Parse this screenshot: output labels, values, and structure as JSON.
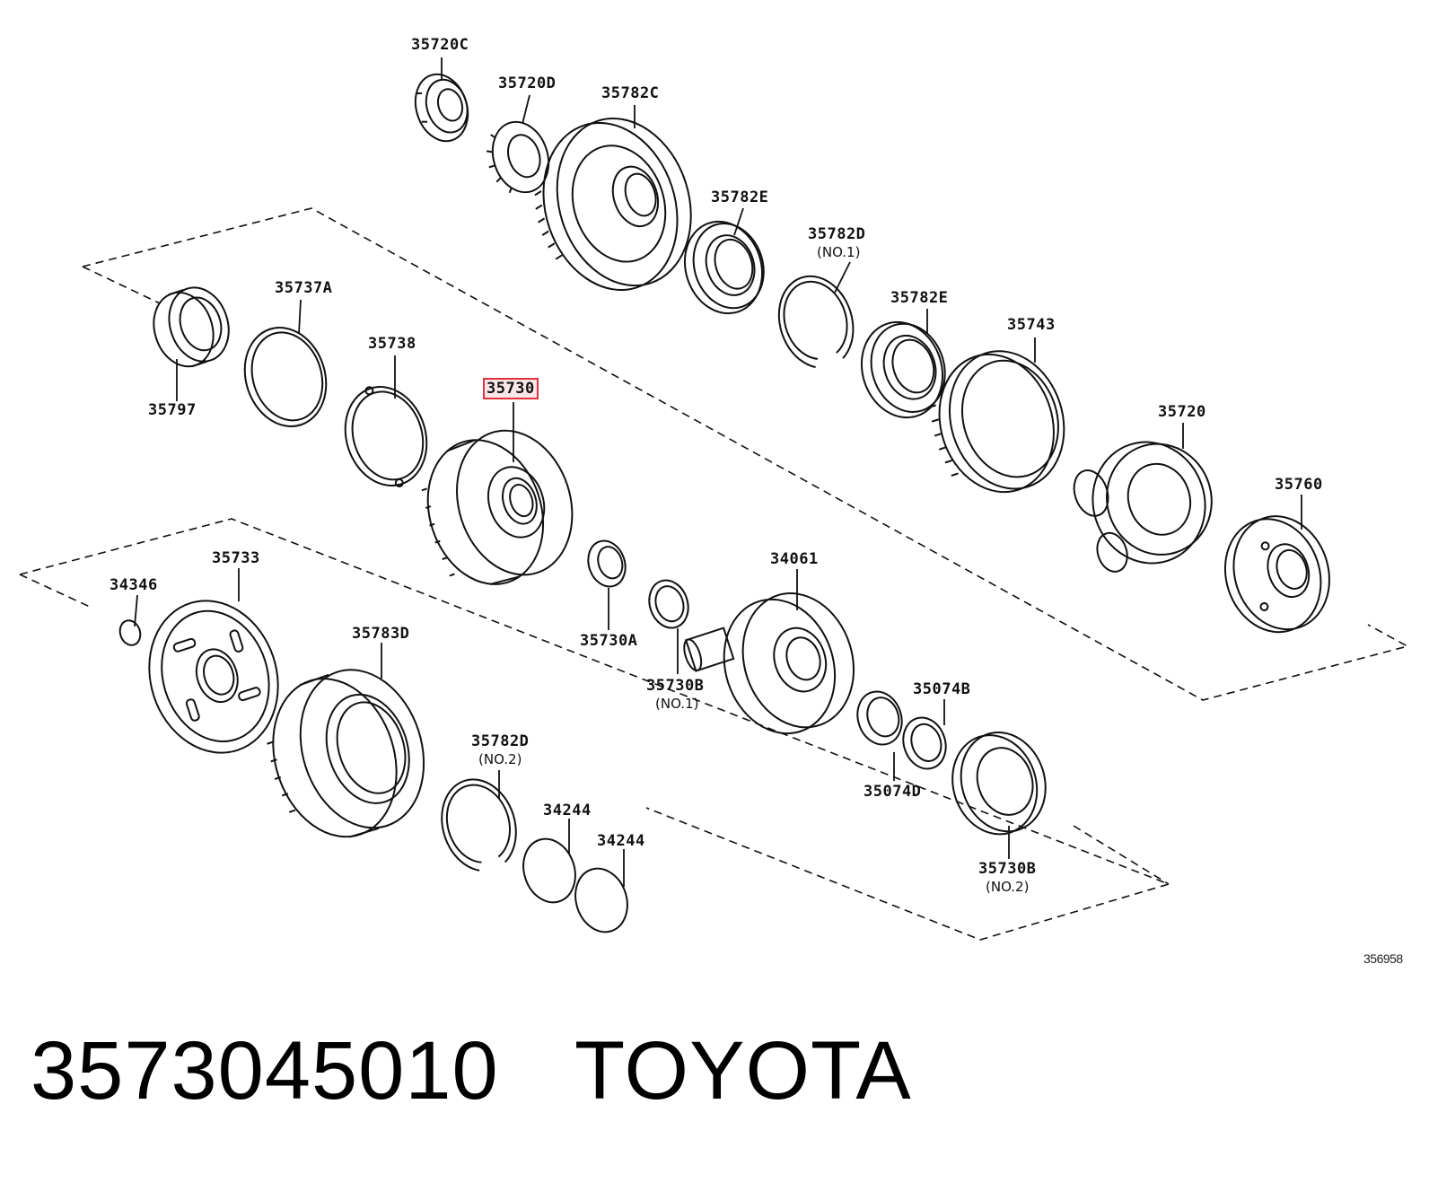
{
  "diagram_code": "356958",
  "footer": {
    "part_number": "3573045010",
    "brand": "TOYOTA"
  },
  "highlight_color": "#e0333f",
  "parts": [
    {
      "id": "p1",
      "label": "35720C"
    },
    {
      "id": "p2",
      "label": "35720D"
    },
    {
      "id": "p3",
      "label": "35782C"
    },
    {
      "id": "p4",
      "label": "35782E"
    },
    {
      "id": "p5",
      "label": "35782D",
      "note": "(NO.1)"
    },
    {
      "id": "p6",
      "label": "35782E"
    },
    {
      "id": "p7",
      "label": "35743"
    },
    {
      "id": "p8",
      "label": "35720"
    },
    {
      "id": "p9",
      "label": "35760"
    },
    {
      "id": "p10",
      "label": "35737A"
    },
    {
      "id": "p11",
      "label": "35797"
    },
    {
      "id": "p12",
      "label": "35738"
    },
    {
      "id": "p13",
      "label": "35730",
      "highlighted": true
    },
    {
      "id": "p14",
      "label": "35730A"
    },
    {
      "id": "p15",
      "label": "35730B",
      "note": "(NO.1)"
    },
    {
      "id": "p16",
      "label": "34061"
    },
    {
      "id": "p17",
      "label": "35074B"
    },
    {
      "id": "p18",
      "label": "35074D"
    },
    {
      "id": "p19",
      "label": "35730B",
      "note": "(NO.2)"
    },
    {
      "id": "p20",
      "label": "34346"
    },
    {
      "id": "p21",
      "label": "35733"
    },
    {
      "id": "p22",
      "label": "35783D"
    },
    {
      "id": "p23",
      "label": "35782D",
      "note": "(NO.2)"
    },
    {
      "id": "p24",
      "label": "34244"
    },
    {
      "id": "p25",
      "label": "34244"
    }
  ]
}
